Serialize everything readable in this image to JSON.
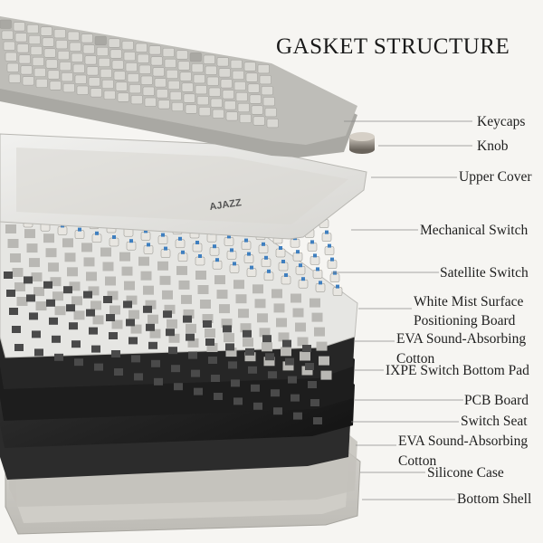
{
  "title": "GASKET STRUCTURE",
  "brand_logo": "AJAZZ",
  "labels": [
    {
      "id": "keycaps",
      "lines": [
        "Keycaps"
      ]
    },
    {
      "id": "knob",
      "lines": [
        "Knob"
      ]
    },
    {
      "id": "upper-cover",
      "lines": [
        "Upper Cover"
      ]
    },
    {
      "id": "mechanical-switch",
      "lines": [
        "Mechanical Switch"
      ]
    },
    {
      "id": "satellite-switch",
      "lines": [
        "Satellite Switch"
      ]
    },
    {
      "id": "positioning-board",
      "lines": [
        "White Mist Surface",
        "Positioning Board"
      ]
    },
    {
      "id": "eva-cotton-1",
      "lines": [
        "EVA Sound-Absorbing",
        "Cotton"
      ]
    },
    {
      "id": "ixpe-pad",
      "lines": [
        "IXPE Switch Bottom Pad"
      ]
    },
    {
      "id": "pcb-board",
      "lines": [
        "PCB Board"
      ]
    },
    {
      "id": "switch-seat",
      "lines": [
        "Switch Seat"
      ]
    },
    {
      "id": "eva-cotton-2",
      "lines": [
        "EVA Sound-Absorbing",
        "Cotton"
      ]
    },
    {
      "id": "silicone-case",
      "lines": [
        "Silicone Case"
      ]
    },
    {
      "id": "bottom-shell",
      "lines": [
        "Bottom Shell"
      ]
    }
  ],
  "colors": {
    "background": "#f6f5f2",
    "keycap_light": "#d9d8d3",
    "keycap_dark": "#a9a8a3",
    "switch_blue": "#3f7fbf",
    "plate_white": "#e9e9e7",
    "foam_black": "#1f1f1f",
    "pcb_black": "#2a2a2a",
    "case_light": "#d6d4cf"
  }
}
